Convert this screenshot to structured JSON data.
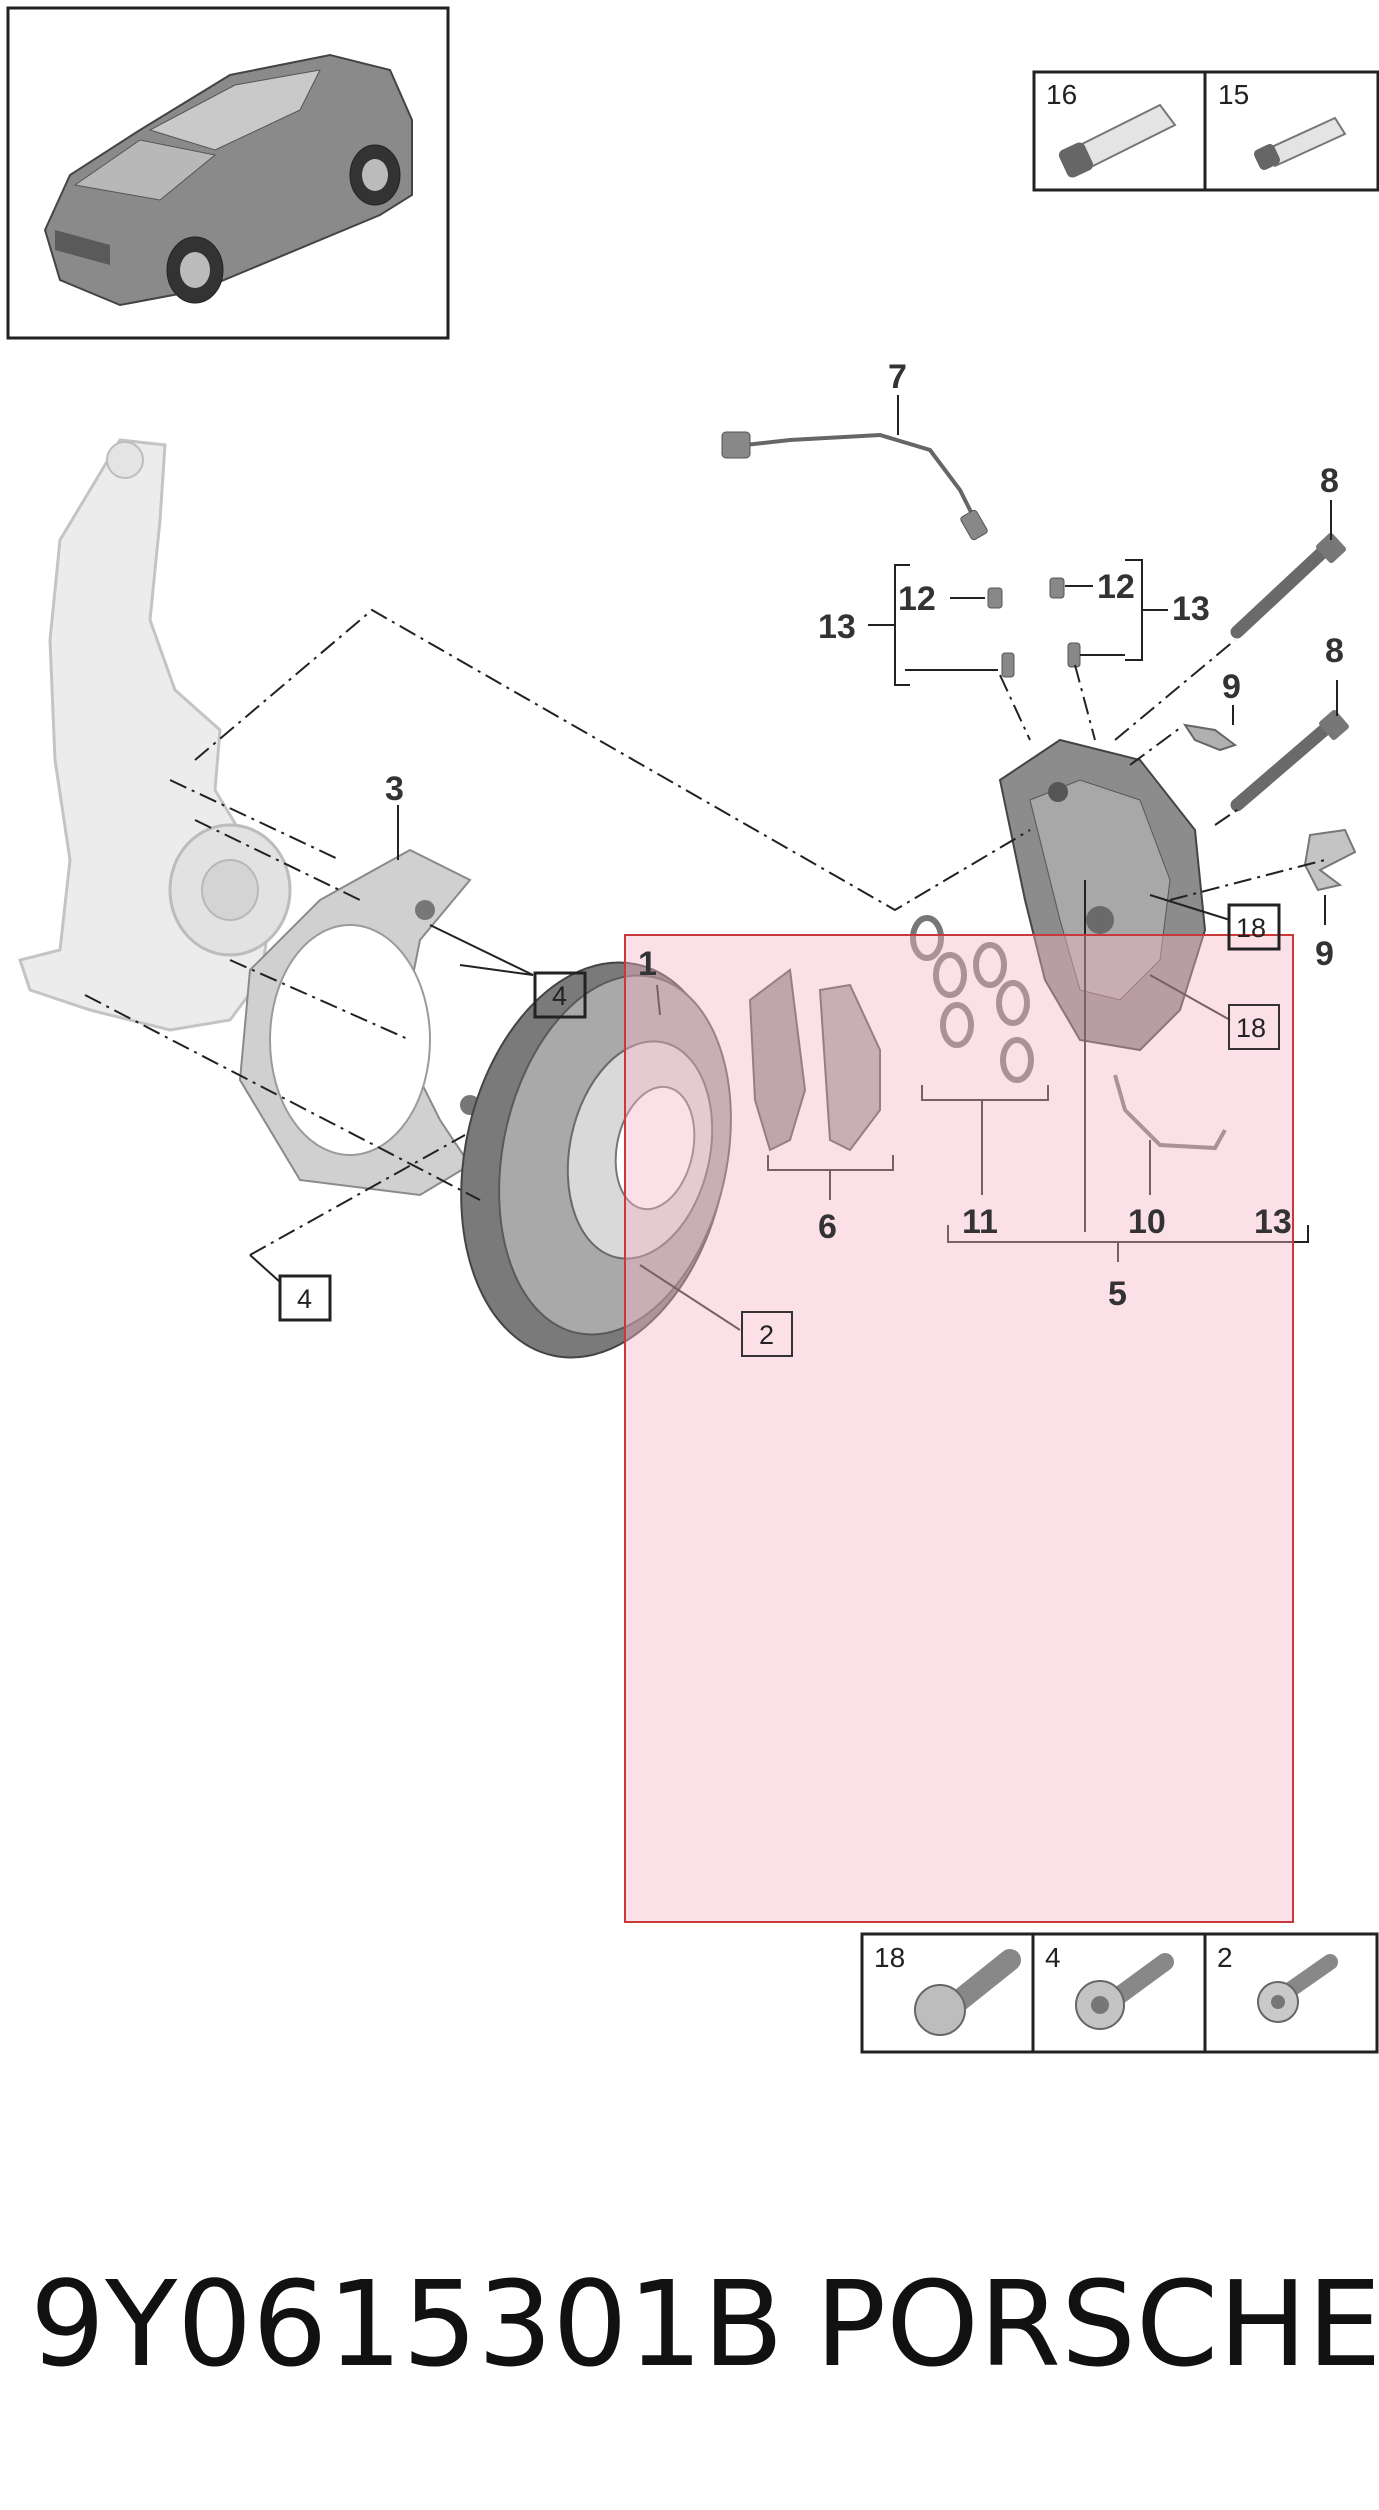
{
  "vehicle_thumbnail": {
    "icon": "suv-car-icon"
  },
  "consumables": [
    {
      "number": "16",
      "icon": "grease-tube-large-icon"
    },
    {
      "number": "15",
      "icon": "grease-tube-small-icon"
    }
  ],
  "fasteners": [
    {
      "number": "18",
      "icon": "bolt-splined-icon"
    },
    {
      "number": "4",
      "icon": "bolt-torx-flange-icon"
    },
    {
      "number": "2",
      "icon": "bolt-torx-countersunk-icon"
    }
  ],
  "callouts": {
    "brake_disc": "1",
    "shield": "3",
    "pads": "6",
    "sensor_cable": "7",
    "bolt_upper": "8",
    "bolt_lower": "8",
    "clip_upper": "9",
    "clip_lower": "9",
    "seal_kit": "11",
    "wear_sensor": "10",
    "caliper_group": "5",
    "bleeder_left_13": "13",
    "bleeder_left_12": "12",
    "bleeder_right_12": "12",
    "bleeder_right_13": "13",
    "bleeder_bottom_13": "13"
  },
  "boxed_callouts": {
    "shield_bolt_upper": "4",
    "shield_bolt_lower": "4",
    "disc_screw": "2",
    "caliper_bolt_upper": "18",
    "caliper_bolt_lower": "18"
  },
  "highlight_color": "#f7b6c5",
  "highlight_border": "#c83a3a",
  "footer": {
    "part_number": "9Y0615301B",
    "brand": "PORSCHE"
  }
}
